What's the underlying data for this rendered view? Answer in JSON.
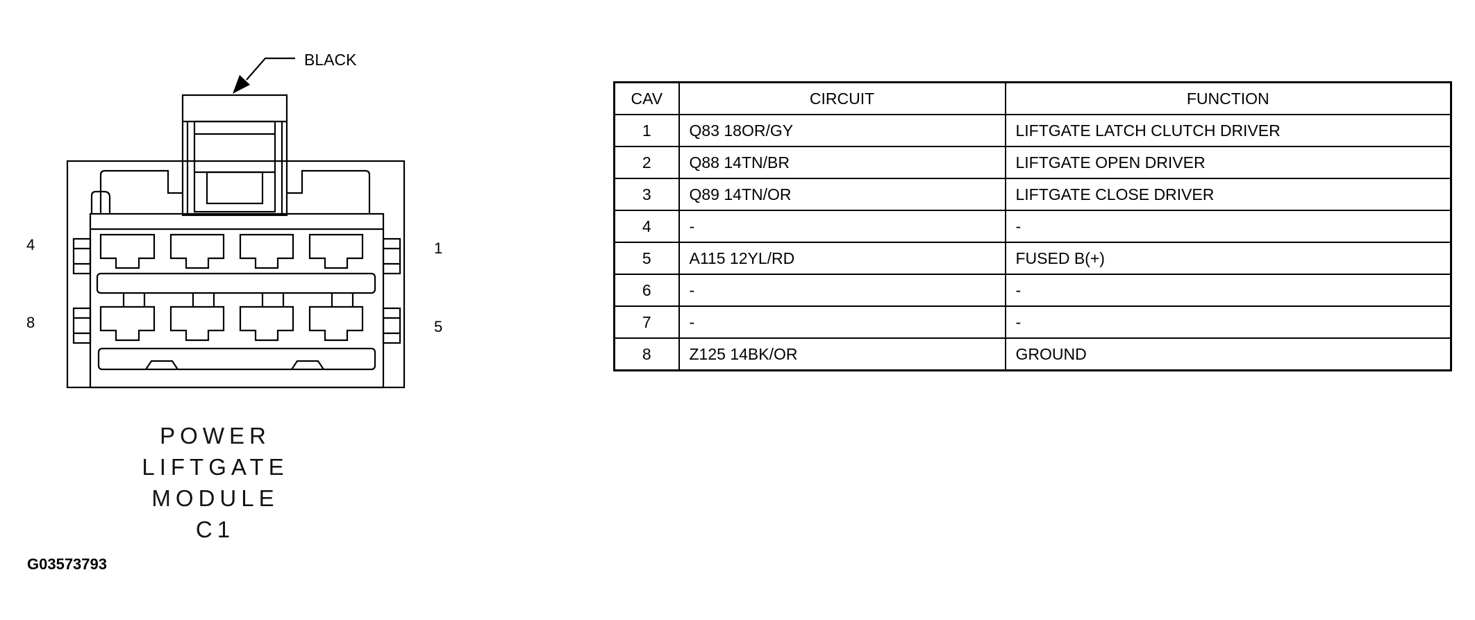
{
  "connector": {
    "color_callout": "BLACK",
    "pin_labels": {
      "top_left": "4",
      "top_right": "1",
      "bottom_left": "8",
      "bottom_right": "5"
    },
    "title_lines": [
      "POWER",
      "LIFTGATE",
      "MODULE",
      "C1"
    ]
  },
  "figure_id": "G03573793",
  "table": {
    "headers": {
      "cav": "CAV",
      "circuit": "CIRCUIT",
      "function": "FUNCTION"
    },
    "rows": [
      {
        "cav": "1",
        "circuit": "Q83 18OR/GY",
        "function": "LIFTGATE LATCH CLUTCH DRIVER"
      },
      {
        "cav": "2",
        "circuit": "Q88 14TN/BR",
        "function": "LIFTGATE OPEN DRIVER"
      },
      {
        "cav": "3",
        "circuit": "Q89 14TN/OR",
        "function": "LIFTGATE CLOSE DRIVER"
      },
      {
        "cav": "4",
        "circuit": "-",
        "function": "-"
      },
      {
        "cav": "5",
        "circuit": "A115 12YL/RD",
        "function": "FUSED B(+)"
      },
      {
        "cav": "6",
        "circuit": "-",
        "function": "-"
      },
      {
        "cav": "7",
        "circuit": "-",
        "function": "-"
      },
      {
        "cav": "8",
        "circuit": "Z125 14BK/OR",
        "function": "GROUND"
      }
    ]
  }
}
